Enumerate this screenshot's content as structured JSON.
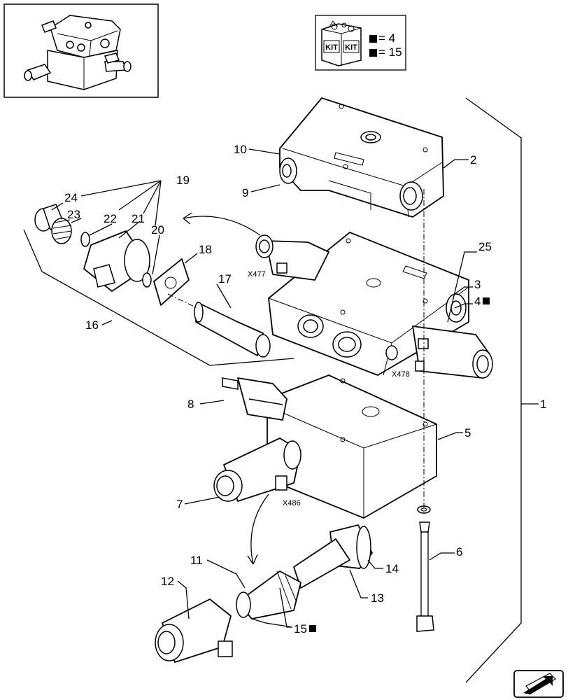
{
  "callouts": {
    "c1": "1",
    "c2": "2",
    "c3": "3",
    "c4": "4",
    "c5": "5",
    "c6": "6",
    "c7": "7",
    "c8": "8",
    "c9": "9",
    "c10": "10",
    "c11": "11",
    "c12": "12",
    "c13": "13",
    "c14": "14",
    "c15": "15",
    "c16": "16",
    "c17": "17",
    "c18": "18",
    "c19": "19",
    "c20": "20",
    "c21": "21",
    "c22": "22",
    "c23": "23",
    "c24": "24",
    "c25": "25"
  },
  "connectors": {
    "x477": "X477",
    "x478": "X478",
    "x486": "X486"
  },
  "kit": {
    "label_a": "KIT",
    "label_b": "KIT",
    "line_a": "= 4",
    "line_b": "= 15"
  },
  "icons": [
    "kit-box-icon",
    "navigation-arrow-icon",
    "kit-marker-square-icon"
  ]
}
